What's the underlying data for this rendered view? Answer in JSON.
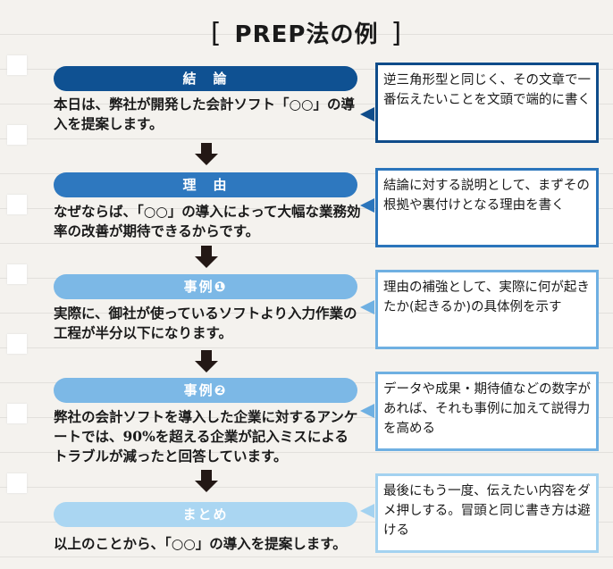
{
  "title": {
    "bracket_left": "[",
    "text": "PREP法の例",
    "bracket_right": "]"
  },
  "steps": [
    {
      "label": "結　論",
      "color": "#0f5192",
      "body": "本日は、弊社が開発した会計ソフト「○○」の導入を提案します。",
      "note": "逆三角形型と同じく、その文章で一番伝えたいことを文頭で端的に書く",
      "note_border": "#0f4c8a"
    },
    {
      "label": "理　由",
      "color": "#2e78bf",
      "body": "なぜならば、「○○」の導入によって大幅な業務効率の改善が期待できるからです。",
      "note": "結論に対する説明として、まずその根拠や裏付けとなる理由を書く",
      "note_border": "#2b75bb"
    },
    {
      "label": "事例❶",
      "color": "#7cb8e6",
      "body": "実際に、御社が使っているソフトより入力作業の工程が半分以下になります。",
      "note": "理由の補強として、実際に何が起きたか(起きるか)の具体例を示す",
      "note_border": "#6fb0e2"
    },
    {
      "label": "事例❷",
      "color": "#7cb8e6",
      "body": "弊社の会計ソフトを導入した企業に対するアンケートでは、90%を超える企業が記入ミスによるトラブルが減ったと回答しています。",
      "note": "データや成果・期待値などの数字があれば、それも事例に加えて説得力を高める",
      "note_border": "#6fb0e2"
    },
    {
      "label": "まとめ",
      "color": "#aad6f2",
      "body": "以上のことから、「○○」の導入を提案します。",
      "note": "最後にもう一度、伝えたい内容をダメ押しする。冒頭と同じ書き方は避ける",
      "note_border": "#a3d2f0"
    }
  ]
}
